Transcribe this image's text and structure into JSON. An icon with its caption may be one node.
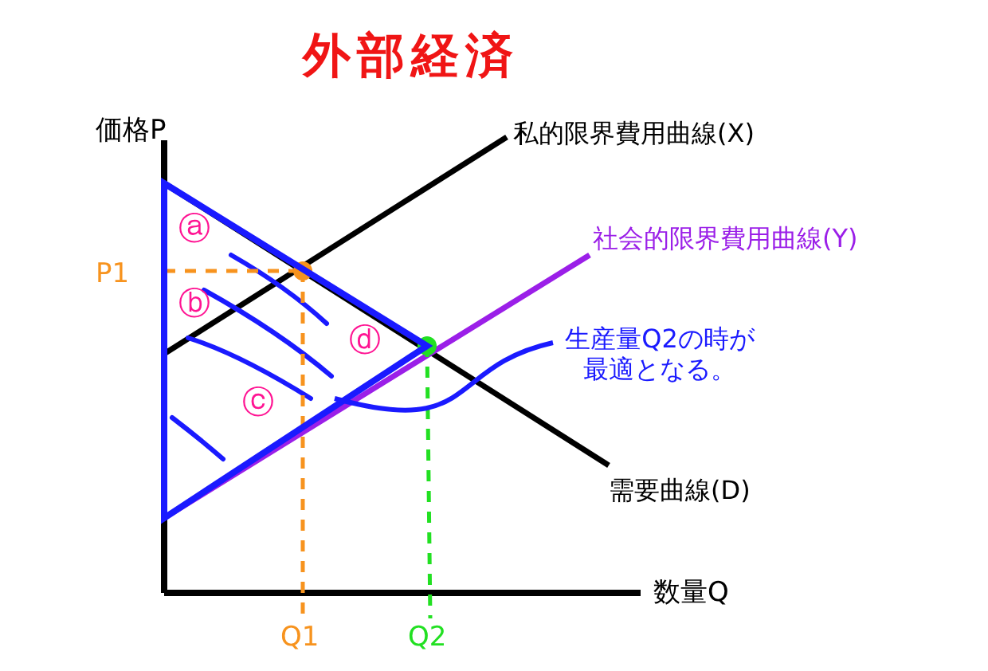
{
  "diagram": {
    "title": "外部経済",
    "nodes": [
      {
        "text": [
          "生産量Q2の時が最適となる。"
        ]
      },
      {
        "text": [],
        "shape": "triangle"
      }
    ],
    "edges": [
      {
        "from": 0,
        "to": 1,
        "arrow": "none"
      }
    ],
    "labels": [
      "価格P",
      "私的限界費用曲線(X)",
      "ⓐ",
      "P1",
      "社会的限界費用曲線(Y)",
      "ⓑ",
      "ⓓ",
      "ⓒ",
      "需要曲線(D)",
      "数量Q",
      "Q1",
      "Q2"
    ]
  }
}
